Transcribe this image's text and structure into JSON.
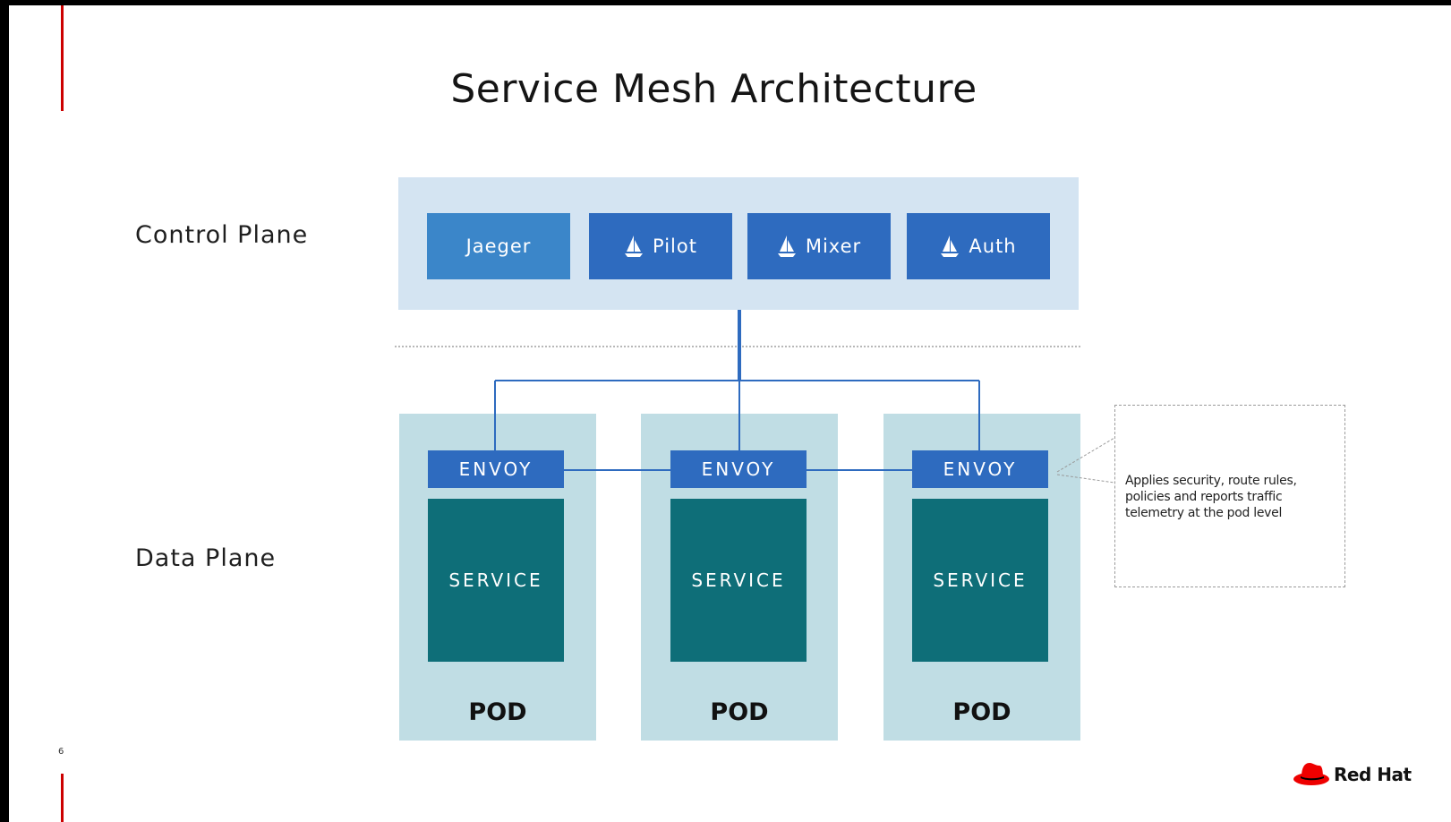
{
  "title": "Service Mesh Architecture",
  "slide_number": "6",
  "planes": {
    "control_label": "Control Plane",
    "data_label": "Data Plane"
  },
  "control_plane": {
    "components": [
      {
        "label": "Jaeger",
        "icon": null
      },
      {
        "label": "Pilot",
        "icon": "sailboat-icon"
      },
      {
        "label": "Mixer",
        "icon": "sailboat-icon"
      },
      {
        "label": "Auth",
        "icon": "sailboat-icon"
      }
    ]
  },
  "data_plane": {
    "pods": [
      {
        "envoy": "ENVOY",
        "service": "SERVICE",
        "label": "POD"
      },
      {
        "envoy": "ENVOY",
        "service": "SERVICE",
        "label": "POD"
      },
      {
        "envoy": "ENVOY",
        "service": "SERVICE",
        "label": "POD"
      }
    ]
  },
  "callout": {
    "text": "Applies security, route rules, policies and reports traffic telemetry at the pod level"
  },
  "logo": {
    "text": "Red Hat",
    "icon": "red-hat-icon"
  },
  "colors": {
    "control_panel_bg": "#d4e4f2",
    "jaeger_box": "#3b86c9",
    "component_box": "#2e6bbf",
    "pod_bg": "#c0dde4",
    "service_box": "#0e6e78",
    "connector_line": "#2e6bbf",
    "accent_red": "#cc0000"
  }
}
